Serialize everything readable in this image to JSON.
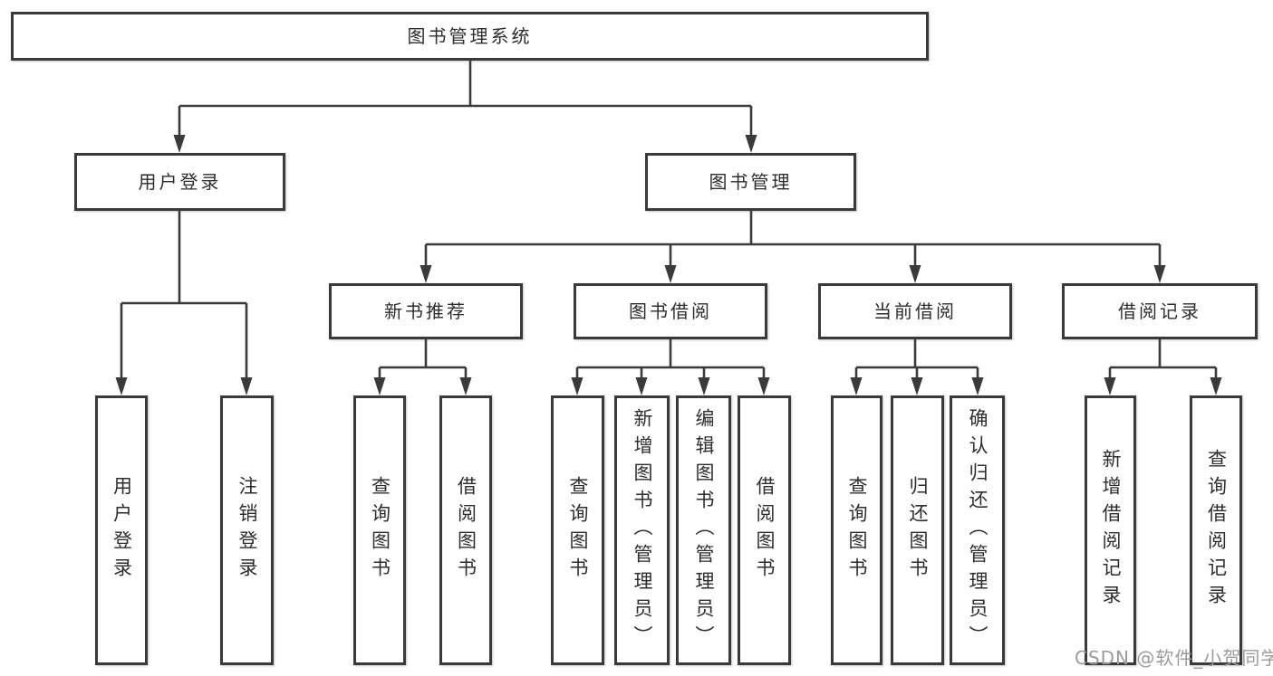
{
  "diagram": {
    "root": {
      "label": "图书管理系统"
    },
    "branches": [
      {
        "label": "用户登录",
        "children": [
          {
            "label": "用户登录"
          },
          {
            "label": "注销登录"
          }
        ]
      },
      {
        "label": "图书管理",
        "children": [
          {
            "label": "新书推荐",
            "children": [
              {
                "label": "查询图书"
              },
              {
                "label": "借阅图书"
              }
            ]
          },
          {
            "label": "图书借阅",
            "children": [
              {
                "label": "查询图书"
              },
              {
                "label": "新增图书（管理员）"
              },
              {
                "label": "编辑图书（管理员）"
              },
              {
                "label": "借阅图书"
              }
            ]
          },
          {
            "label": "当前借阅",
            "children": [
              {
                "label": "查询图书"
              },
              {
                "label": "归还图书"
              },
              {
                "label": "确认归还（管理员）"
              }
            ]
          },
          {
            "label": "借阅记录",
            "children": [
              {
                "label": "新增借阅记录"
              },
              {
                "label": "查询借阅记录"
              }
            ]
          }
        ]
      }
    ],
    "colors": {
      "line": "#3a3a3a",
      "box_border": "#3a3a3a",
      "box_fill": "#ffffff",
      "text": "#2d2d2d",
      "watermark": "#9b9b9b",
      "background": "#ffffff"
    }
  },
  "watermark": "CSDN @软件_小贺同学"
}
